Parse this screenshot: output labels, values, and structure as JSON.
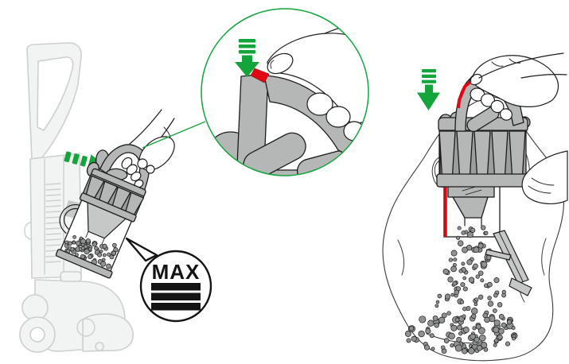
{
  "labels": {
    "max_fill_marker": "MAX"
  },
  "colors": {
    "action_green": "#14a43c",
    "alert_red": "#e30613",
    "part_gray": "#b4b7b5",
    "part_gray_dark": "#9b9e9c",
    "part_gray_light": "#c6c8c7",
    "ghost_outline": "#cdd0cf",
    "ghost_fill": "#f2f3f3",
    "ink": "#1c1c1c",
    "debris": "#8f9291",
    "bag_line": "#3a3a3a",
    "background": "#ffffff"
  },
  "icons": {
    "remove_bin_arrow": "dashed-arrow-right",
    "press_catch_arrow_detail": "dashed-arrow-down",
    "press_catch_arrow": "dashed-arrow-down",
    "magnifier_circle": "green-detail-circle",
    "max_callout": "speech-bubble-circle"
  }
}
